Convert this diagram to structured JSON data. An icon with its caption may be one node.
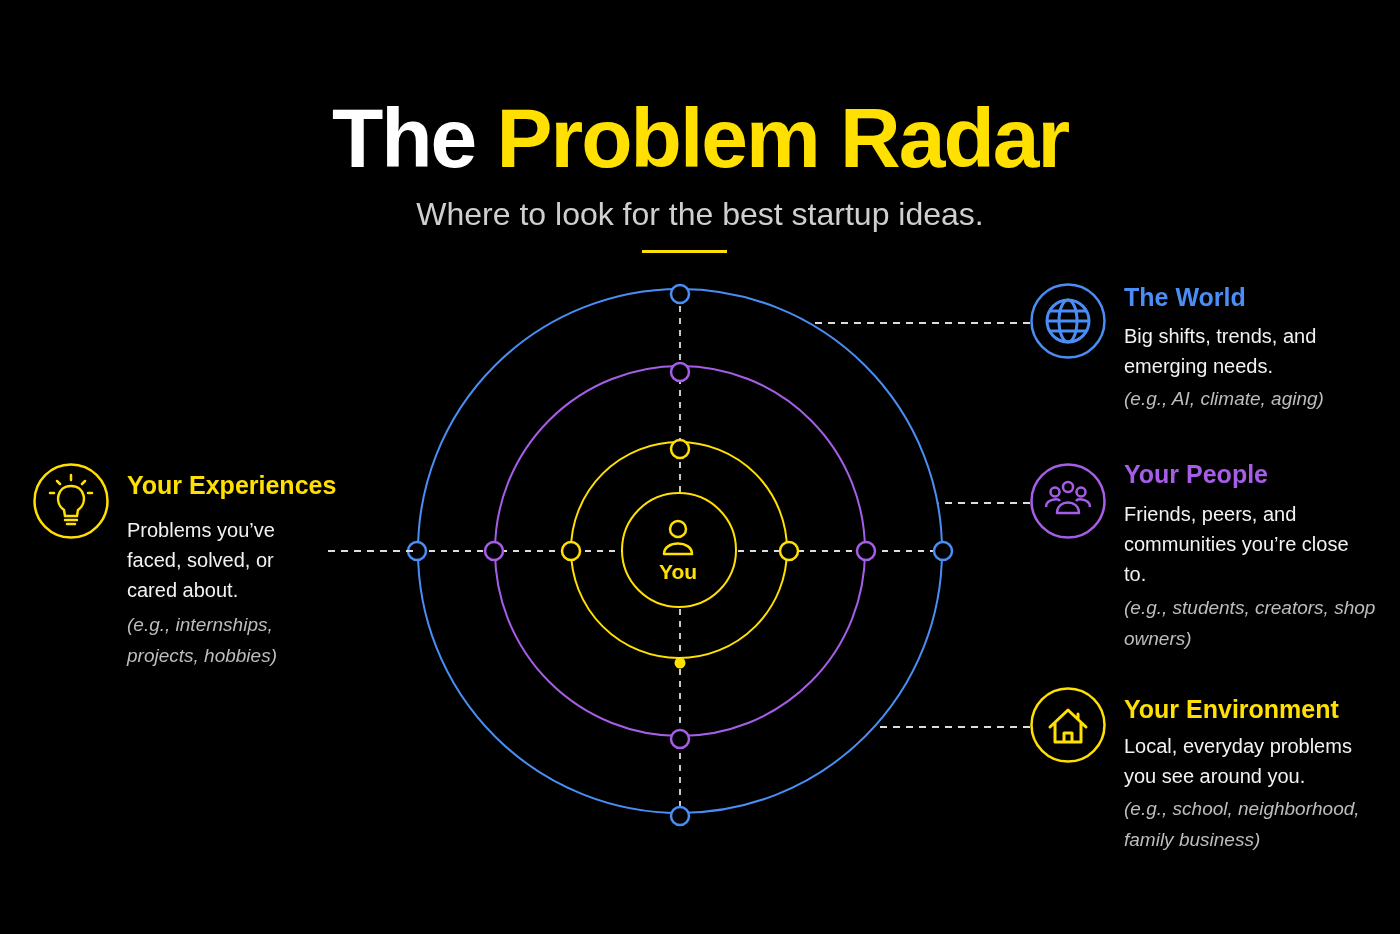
{
  "diagram": {
    "title": "The Problem Radar",
    "nodes": [
      {
        "text": [
          "Your Experiences",
          "Problems you’ve faced, solved, or cared about.",
          "(e.g., internships, projects, hobbies)"
        ]
      },
      {
        "text": [],
        "shape": "circle"
      },
      {
        "text": [],
        "shape": "circle",
        "in": 1
      },
      {
        "text": [],
        "shape": "circle",
        "in": 2
      },
      {
        "text": [
          "You"
        ],
        "in": 3
      },
      {
        "text": [
          "The World",
          "Big shifts, trends, and emerging needs.",
          "(e.g., AI, climate, aging)"
        ]
      },
      {
        "text": [
          "Your People",
          "Friends, peers, and communities you’re close to.",
          "(e.g., students, creators, shop owners)"
        ]
      },
      {
        "text": [
          "Your Environment",
          "Local, everyday problems you see around you.",
          "(e.g., school, neighborhood, family business)"
        ]
      }
    ],
    "edges": [
      {
        "from": 0,
        "to": 1,
        "arrow": "none",
        "style": "dashed"
      },
      {
        "from": 5,
        "to": 1,
        "arrow": "none",
        "style": "dashed"
      },
      {
        "from": 6,
        "to": 1,
        "arrow": "none",
        "style": "dashed"
      },
      {
        "from": 7,
        "to": 1,
        "arrow": "none",
        "style": "dashed"
      }
    ],
    "labels": [
      "Where to look for the best startup ideas."
    ]
  }
}
